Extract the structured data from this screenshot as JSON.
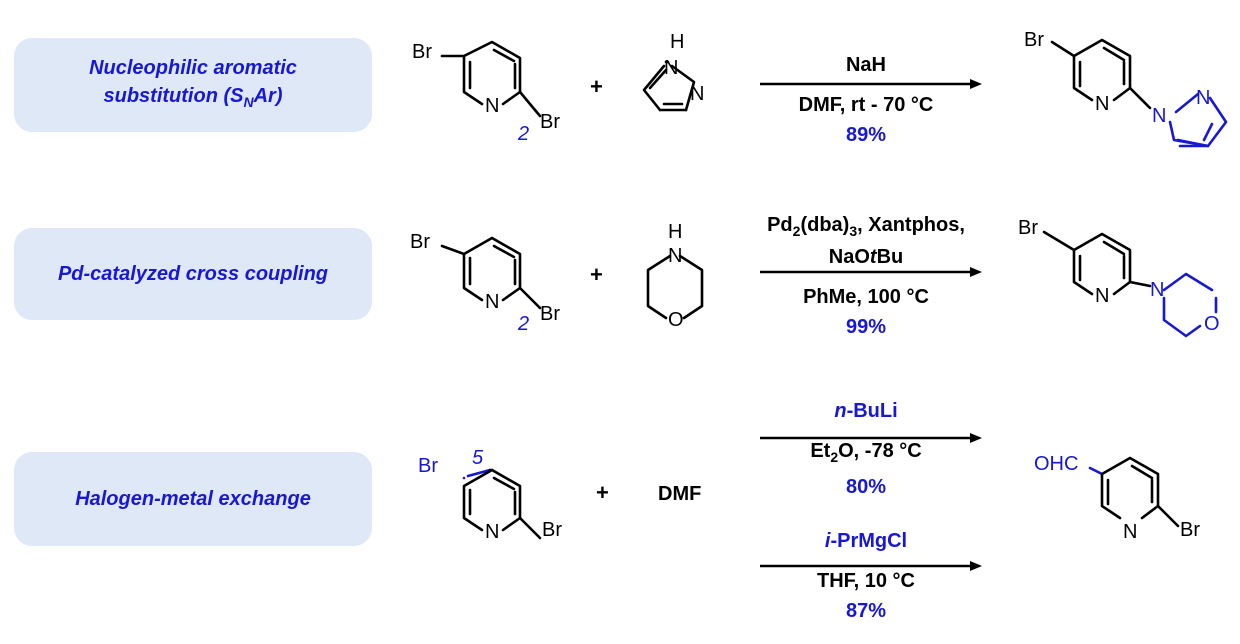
{
  "reactions": [
    {
      "label_line1": "Nucleophilic aromatic",
      "label_line2_pre": "substitution (S",
      "label_line2_sub": "N",
      "label_line2_post": "Ar)",
      "plus": "+",
      "above1": "NaH",
      "below1": "DMF, rt - 70 °C",
      "yield1": "89%"
    },
    {
      "label": "Pd-catalyzed cross coupling",
      "plus": "+",
      "above_a_pre": "Pd",
      "above_a_sub1": "2",
      "above_a_mid": "(dba)",
      "above_a_sub2": "3",
      "above_a_post": ", Xantphos,",
      "above_b_pre": "NaO",
      "above_b_ital": "t",
      "above_b_post": "Bu",
      "below1": "PhMe, 100 °C",
      "yield1": "99%"
    },
    {
      "label": "Halogen-metal exchange",
      "plus": "+",
      "reagent": "DMF",
      "above1_ital": "n",
      "above1_post": "-BuLi",
      "below1_pre": "Et",
      "below1_sub": "2",
      "below1_post": "O, -78 °C",
      "yield1": "80%",
      "above2_ital": "i",
      "above2_post": "-PrMgCl",
      "below2": "THF, 10 °C",
      "yield2": "87%"
    }
  ],
  "atoms": {
    "br": "Br",
    "n": "N",
    "nh_h": "H",
    "o": "O",
    "ohc": "OHC",
    "pos2": "2",
    "pos5": "5"
  },
  "colors": {
    "accent": "#1717d6",
    "box_fill": "#dfe8f6"
  }
}
